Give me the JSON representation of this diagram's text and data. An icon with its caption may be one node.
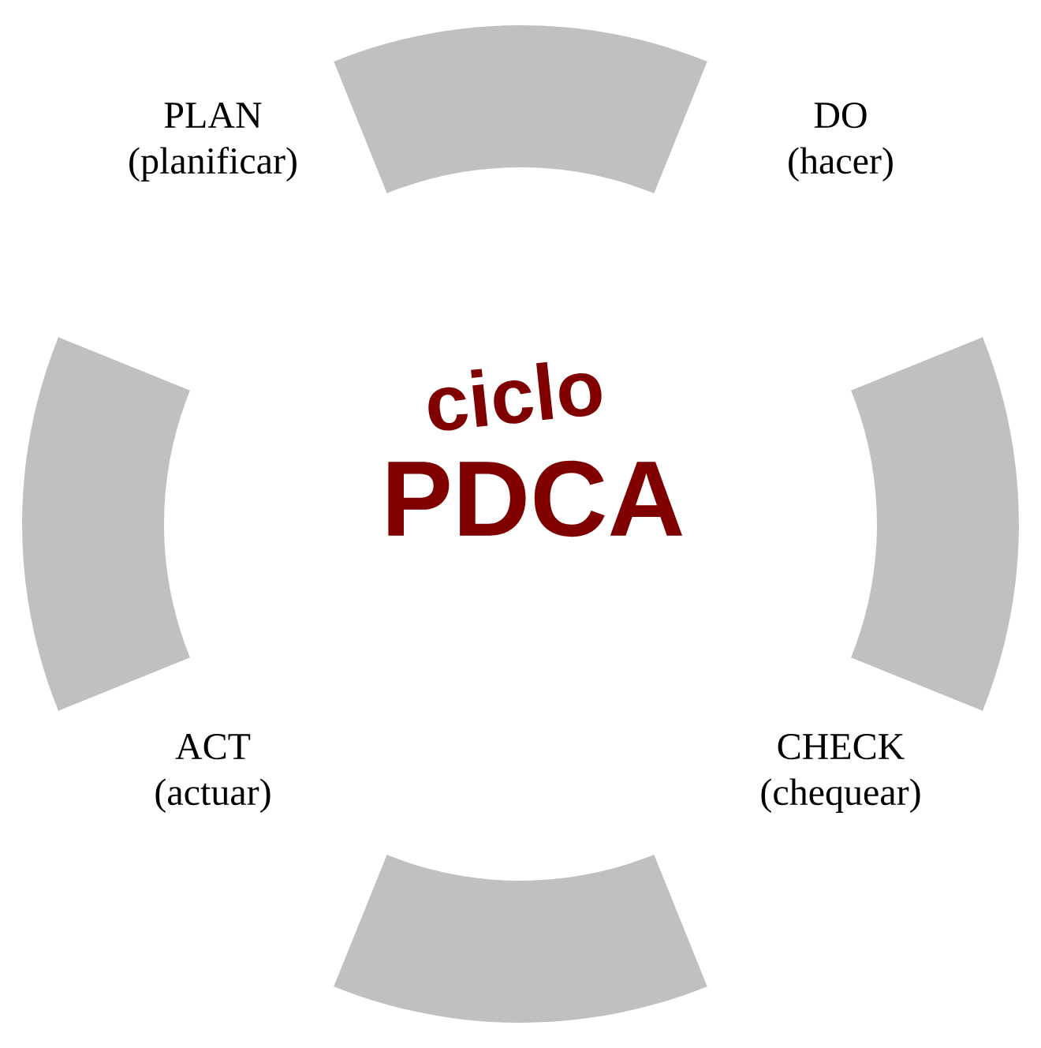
{
  "diagram": {
    "nodes": [
      {
        "text": [],
        "shape": "band"
      },
      {
        "text": [],
        "shape": "band"
      },
      {
        "text": [],
        "shape": "band"
      },
      {
        "text": [],
        "shape": "band"
      }
    ],
    "labels": [
      "PLAN (planificar)",
      "DO (hacer)",
      "ciclo",
      "PDCA",
      "ACT (actuar)",
      "CHECK (chequear)"
    ]
  }
}
